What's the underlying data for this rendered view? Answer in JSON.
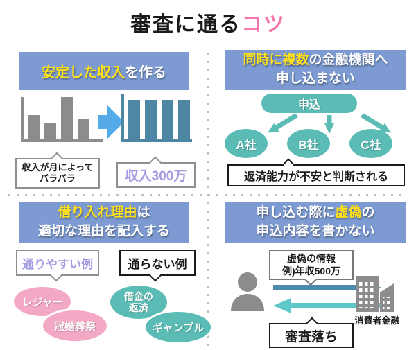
{
  "title": {
    "main": "審査に通る",
    "accent": "コツ"
  },
  "colors": {
    "header_bg": "#7D9BD2",
    "accent_yellow": "#FFE11A",
    "accent_pink": "#F576AB",
    "teal": "#5BBCB5",
    "pink_ellipse": "#F3A9C6",
    "purple_text": "#A39CE2",
    "gray_icon": "#8C8C8C",
    "chart_teal": "#4D87A3",
    "arrow_blue": "#55AAE8",
    "arrow_dark_blue": "#4D8BAC",
    "arrow_light_teal": "#5FC6C9"
  },
  "income": {
    "header": {
      "em": "安定した収入",
      "post": "を作る"
    },
    "chart_before": {
      "type": "bar",
      "values": [
        58,
        40,
        100,
        50
      ],
      "meaning": "月ごとにバラバラな収入"
    },
    "chart_after": {
      "type": "bar",
      "values": [
        86,
        86,
        86,
        86
      ],
      "meaning": "毎月安定した収入"
    },
    "before_bubble": {
      "line1": "収入が月によって",
      "line2": "バラバラ"
    },
    "after_bubble": "収入300万"
  },
  "apply": {
    "header_line1": {
      "em": "同時に複数",
      "post": "の金融機関へ"
    },
    "header_line2": "申し込まない",
    "pill": "申込",
    "companies": [
      "A社",
      "B社",
      "C社"
    ],
    "note": "返済能力が不安と判断される"
  },
  "reason": {
    "header_line1": {
      "em": "借り入れ理由",
      "post": "は"
    },
    "header_line2": "適切な理由を記入する",
    "good_label": "通りやすい例",
    "bad_label": "通らない例",
    "good1": "レジャー",
    "good2": "冠婚葬祭",
    "bad1_line1": "借金の",
    "bad1_line2": "返済",
    "bad2": "ギャンブル"
  },
  "falsehood": {
    "header_line1": {
      "pre": "申し込む際に",
      "em": "虚偽",
      "post": "の"
    },
    "header_line2": "申込内容を書かない",
    "top_bubble": {
      "line1": "虚偽の情報",
      "line2": "例)年収500万"
    },
    "bottom_bubble": "審査落ち",
    "building_label": "消費者金融"
  }
}
